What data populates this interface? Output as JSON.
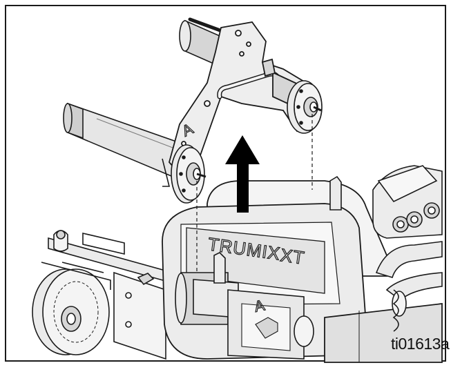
{
  "figure": {
    "id_label": "ti01613a",
    "brand_label": "TRUMIX",
    "brand_model": "XT",
    "part_letter": "A",
    "colors": {
      "outline": "#1a1a1a",
      "light_fill": "#ebebeb",
      "mid_fill": "#d6d6d6",
      "arrow": "#000000",
      "background": "#ffffff"
    }
  }
}
